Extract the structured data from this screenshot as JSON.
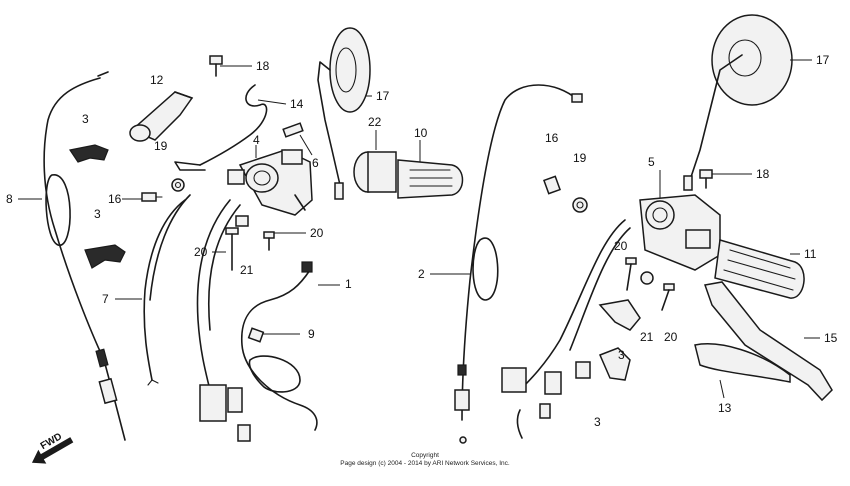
{
  "callouts": {
    "c1": "1",
    "c2": "2",
    "c3a": "3",
    "c3b": "3",
    "c3c": "3",
    "c3d": "3",
    "c4": "4",
    "c5": "5",
    "c6": "6",
    "c7": "7",
    "c8": "8",
    "c9": "9",
    "c10": "10",
    "c11": "11",
    "c12": "12",
    "c13": "13",
    "c14": "14",
    "c15": "15",
    "c16a": "16",
    "c16b": "16",
    "c17a": "17",
    "c17b": "17",
    "c18a": "18",
    "c18b": "18",
    "c19a": "19",
    "c19b": "19",
    "c20a": "20",
    "c20b": "20",
    "c20c": "20",
    "c20d": "20",
    "c21a": "21",
    "c21b": "21",
    "c22": "22"
  },
  "fwd_label": "FWD",
  "copyright_line1": "Copyright",
  "copyright_line2": "Page design (c) 2004 - 2014 by ARI Network Services, Inc.",
  "colors": {
    "ink": "#1a1a1a",
    "background": "#ffffff"
  }
}
